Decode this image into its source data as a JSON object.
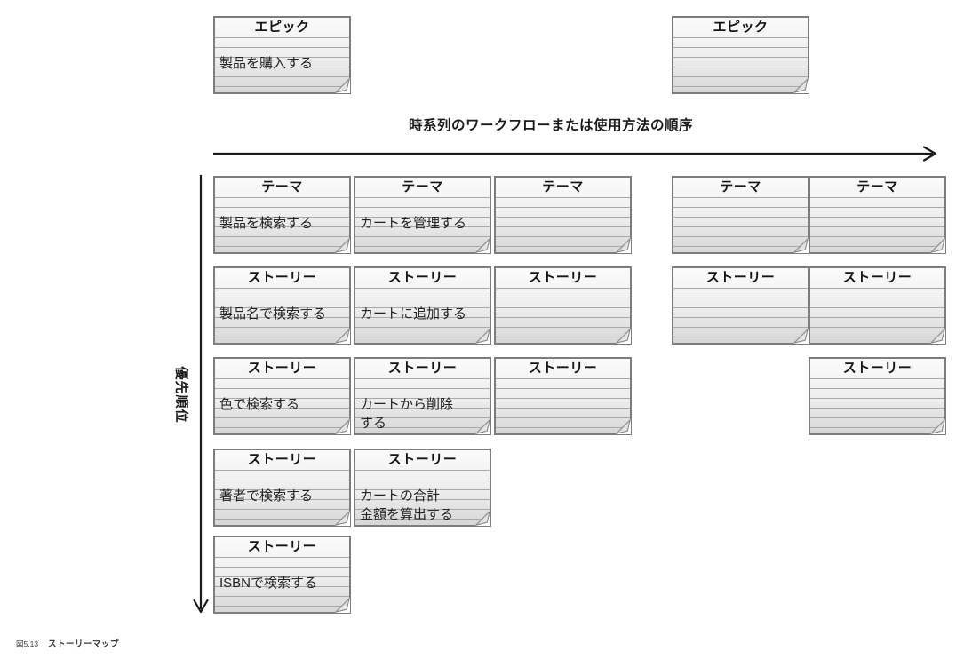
{
  "figure": {
    "caption_number": "図5.13",
    "caption_title": "ストーリーマップ"
  },
  "axes": {
    "horizontal_label": "時系列のワークフローまたは使用方法の順序",
    "vertical_label": "優先順位"
  },
  "card_type_labels": {
    "epic": "エピック",
    "theme": "テーマ",
    "story": "ストーリー"
  },
  "colors": {
    "card_border": "#7d7d7d",
    "card_fill_top": "#fbfbfb",
    "card_fill_bottom": "#d7d7d7",
    "ruled_line": "#a9a9a9",
    "arrow": "#1a1a1a",
    "text": "#222222"
  },
  "cards": [
    {
      "id": "epic-purchase-product",
      "type": "エピック",
      "body": "製品を購入する",
      "col": 0,
      "row": 0
    },
    {
      "id": "epic-empty",
      "type": "エピック",
      "body": "",
      "col": 3,
      "row": 0
    },
    {
      "id": "theme-search-products",
      "type": "テーマ",
      "body": "製品を検索する",
      "col": 0,
      "row": 1
    },
    {
      "id": "theme-manage-cart",
      "type": "テーマ",
      "body": "カートを管理する",
      "col": 1,
      "row": 1
    },
    {
      "id": "theme-empty-1",
      "type": "テーマ",
      "body": "",
      "col": 2,
      "row": 1
    },
    {
      "id": "theme-empty-2",
      "type": "テーマ",
      "body": "",
      "col": 3,
      "row": 1
    },
    {
      "id": "theme-empty-3",
      "type": "テーマ",
      "body": "",
      "col": 4,
      "row": 1
    },
    {
      "id": "story-search-by-product-name",
      "type": "ストーリー",
      "body": "製品名で検索する",
      "col": 0,
      "row": 2
    },
    {
      "id": "story-add-to-cart",
      "type": "ストーリー",
      "body": "カートに追加する",
      "col": 1,
      "row": 2
    },
    {
      "id": "story-empty-r2c3",
      "type": "ストーリー",
      "body": "",
      "col": 2,
      "row": 2
    },
    {
      "id": "story-empty-r2c4",
      "type": "ストーリー",
      "body": "",
      "col": 3,
      "row": 2
    },
    {
      "id": "story-empty-r2c5",
      "type": "ストーリー",
      "body": "",
      "col": 4,
      "row": 2
    },
    {
      "id": "story-search-by-color",
      "type": "ストーリー",
      "body": "色で検索する",
      "col": 0,
      "row": 3
    },
    {
      "id": "story-remove-from-cart",
      "type": "ストーリー",
      "body": "カートから削除\nする",
      "col": 1,
      "row": 3
    },
    {
      "id": "story-empty-r3c3",
      "type": "ストーリー",
      "body": "",
      "col": 2,
      "row": 3
    },
    {
      "id": "story-empty-r3c5",
      "type": "ストーリー",
      "body": "",
      "col": 4,
      "row": 3
    },
    {
      "id": "story-search-by-author",
      "type": "ストーリー",
      "body": "著者で検索する",
      "col": 0,
      "row": 4
    },
    {
      "id": "story-calc-cart-total",
      "type": "ストーリー",
      "body": "カートの合計\n金額を算出する",
      "col": 1,
      "row": 4
    },
    {
      "id": "story-search-by-isbn",
      "type": "ストーリー",
      "body": "ISBNで検索する",
      "col": 0,
      "row": 5
    }
  ]
}
